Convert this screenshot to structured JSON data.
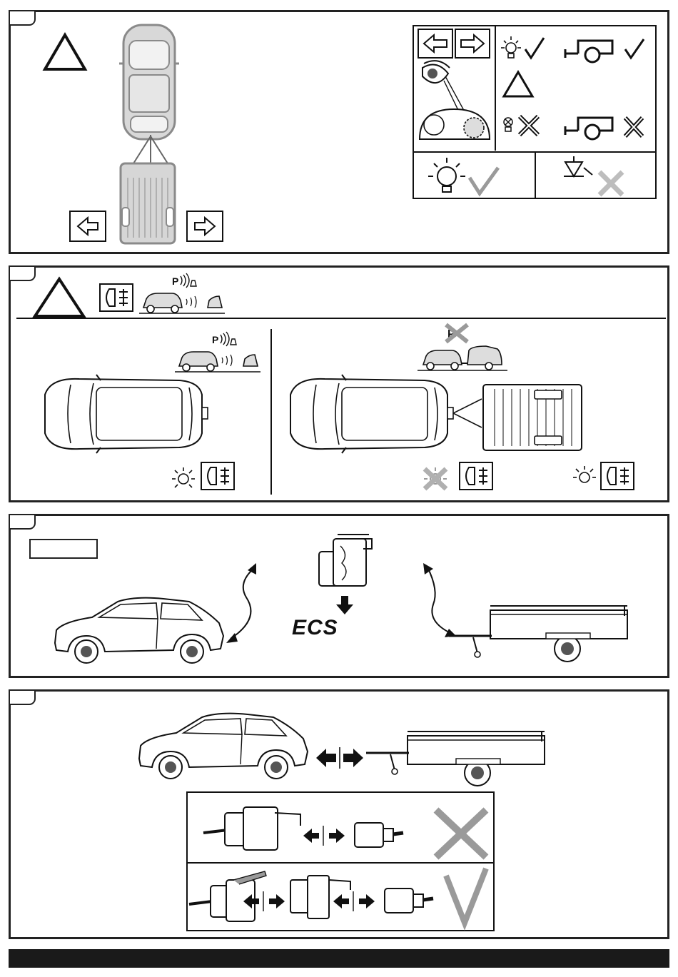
{
  "panels": [
    {
      "id": "step-1",
      "tab_label": ""
    },
    {
      "id": "step-2",
      "tab_label": ""
    },
    {
      "id": "step-3",
      "tab_label": ""
    },
    {
      "id": "step-4",
      "tab_label": ""
    }
  ],
  "step3": {
    "label_box_text": "",
    "ecs_logo": "ECS"
  },
  "parking_sensor": {
    "p_symbol": "P"
  },
  "icons": {
    "warning": "warning-triangle-icon",
    "arrow_left": "arrow-left-icon",
    "arrow_right": "arrow-right-icon",
    "check": "check-mark-icon",
    "cross": "cross-mark-icon",
    "rear_fog_light": "rear-fog-light-icon",
    "bulb": "bulb-icon",
    "trailer": "trailer-icon"
  },
  "colors": {
    "ink": "#222222",
    "gray_mark": "#9a9a9a",
    "light_gray": "#bdbdbd"
  }
}
